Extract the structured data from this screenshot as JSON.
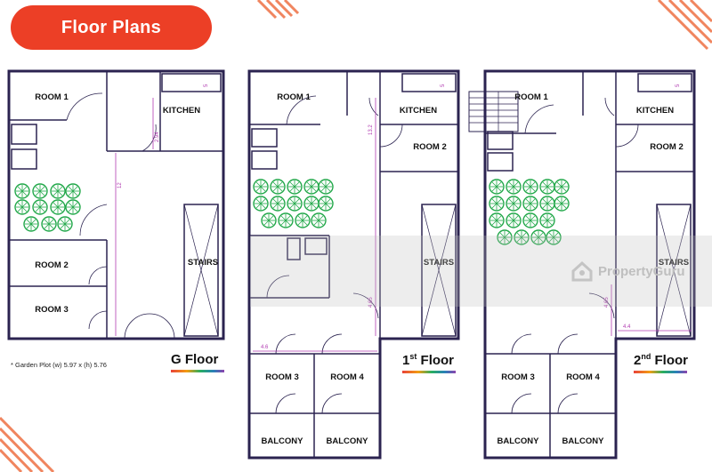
{
  "header": {
    "title": "Floor Plans"
  },
  "rooms": {
    "room1": "ROOM 1",
    "room2": "ROOM 2",
    "room3": "ROOM 3",
    "room4": "ROOM 4",
    "kitchen": "KITCHEN",
    "stairs": "STAIRS",
    "balcony": "BALCONY"
  },
  "floors": [
    {
      "name": "G Floor",
      "ordinal": "",
      "suffix": ""
    },
    {
      "name": "Floor",
      "ordinal": "1",
      "suffix": "st"
    },
    {
      "name": "Floor",
      "ordinal": "2",
      "suffix": "nd"
    }
  ],
  "dimensions": {
    "g_long": "12",
    "g_short": "2.94",
    "f1_long": "13.2",
    "f1_short": "4.65",
    "f1_width": "4.6",
    "f2_short": "4.65",
    "f2_width": "4.4",
    "small": "5"
  },
  "note": "* Garden Plot (w) 5.97 x (h) 5.76",
  "watermark": "PropertyGuru",
  "colors": {
    "accent": "#ec3f26",
    "wall": "#2b2350",
    "dimension": "#b13bb1",
    "tree": "#22a84a"
  },
  "icons": {
    "watermark": "house-icon",
    "trees": "tree-icon"
  }
}
